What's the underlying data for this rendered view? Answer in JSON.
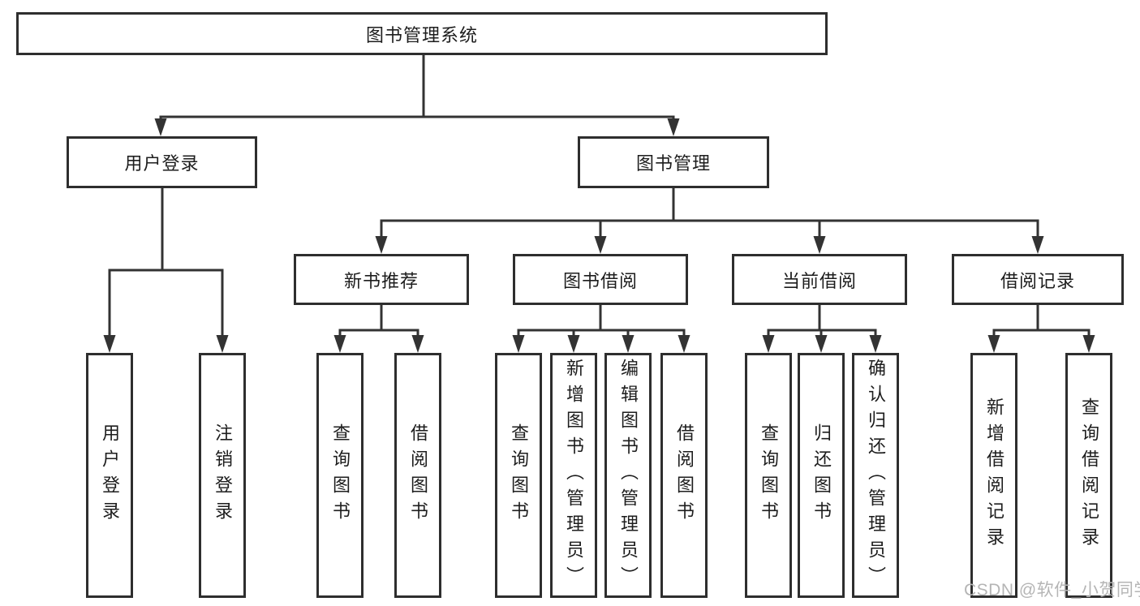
{
  "diagram": {
    "type": "hierarchy-tree",
    "root": {
      "label": "图书管理系统"
    },
    "branches": [
      {
        "label": "用户登录",
        "children": [
          {
            "label": "用户登录"
          },
          {
            "label": "注销登录"
          }
        ]
      },
      {
        "label": "图书管理",
        "children": [
          {
            "label": "新书推荐",
            "children": [
              {
                "label": "查询图书"
              },
              {
                "label": "借阅图书"
              }
            ]
          },
          {
            "label": "图书借阅",
            "children": [
              {
                "label": "查询图书"
              },
              {
                "label": "新增图书（管理员）"
              },
              {
                "label": "编辑图书（管理员）"
              },
              {
                "label": "借阅图书"
              }
            ]
          },
          {
            "label": "当前借阅",
            "children": [
              {
                "label": "查询图书"
              },
              {
                "label": "归还图书"
              },
              {
                "label": "确认归还（管理员）"
              }
            ]
          },
          {
            "label": "借阅记录",
            "children": [
              {
                "label": "新增借阅记录"
              },
              {
                "label": "查询借阅记录"
              }
            ]
          }
        ]
      }
    ]
  },
  "watermark": {
    "text": "CSDN @软件_小贺同学"
  },
  "colors": {
    "line": "#333333",
    "box_border": "#2e2e2e",
    "box_background": "#ffffff",
    "text": "#1d1d1d",
    "watermark": "#b5b5b5"
  }
}
